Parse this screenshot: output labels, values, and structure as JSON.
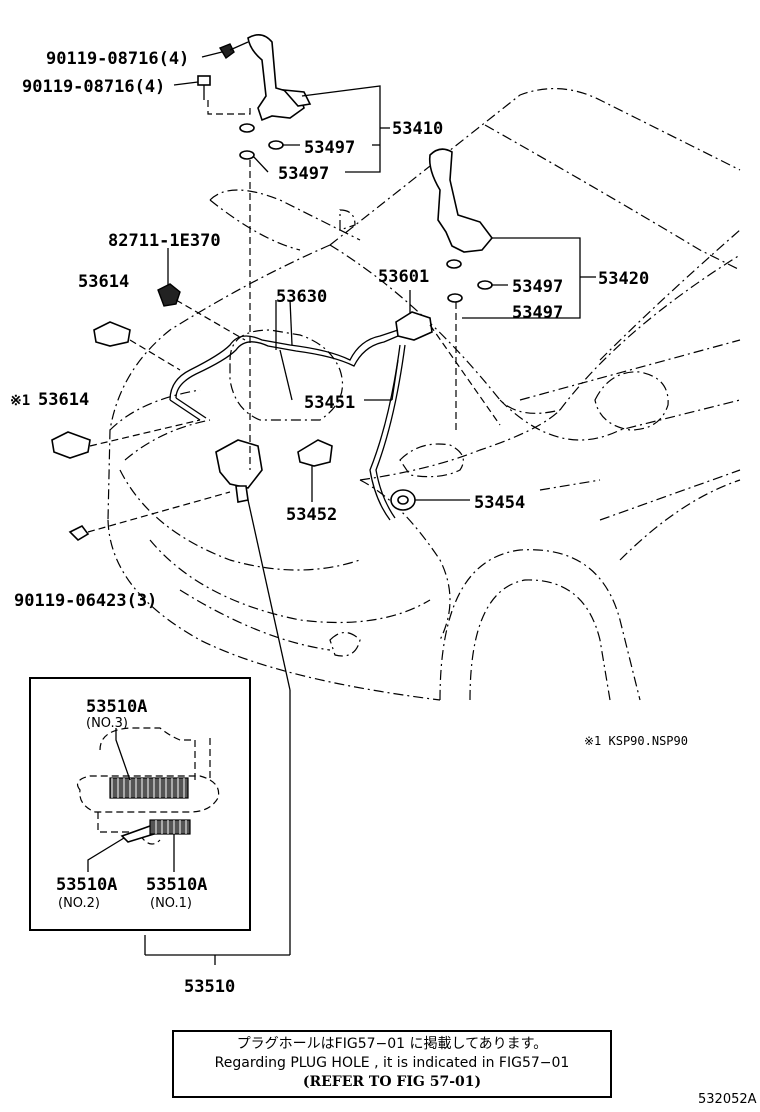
{
  "parts": {
    "bolt_upper": "90119-08716(4)",
    "bolt_lower": "90119-08716(4)",
    "hinge_lh": "53410",
    "hinge_lh_washer_1": "53497",
    "hinge_lh_washer_2": "53497",
    "clip": "82711-1E370",
    "support_clip_1": "53614",
    "support_clip_2_marker": "※1",
    "support_clip_2": "53614",
    "cable_mid": "53630",
    "cable_right": "53601",
    "hinge_rh": "53420",
    "hinge_rh_washer_1": "53497",
    "hinge_rh_washer_2": "53497",
    "hood_stay": "53451",
    "lock_bracket": "53452",
    "grommet": "53454",
    "lock_bolt": "90119-06423(3)",
    "spring_no3": "53510A",
    "spring_no3_sub": "(NO.3)",
    "spring_no2": "53510A",
    "spring_no2_sub": "(NO.2)",
    "spring_no1": "53510A",
    "spring_no1_sub": "(NO.1)",
    "lock_assy": "53510"
  },
  "note": "※1 KSP90.NSP90",
  "reference": {
    "line1": "プラグホールはFIG57−01 に掲載してあります。",
    "line2": "Regarding PLUG HOLE , it is indicated in FIG57−01",
    "line3": "(REFER TO FIG 57-01)"
  },
  "figure_id": "532052A"
}
